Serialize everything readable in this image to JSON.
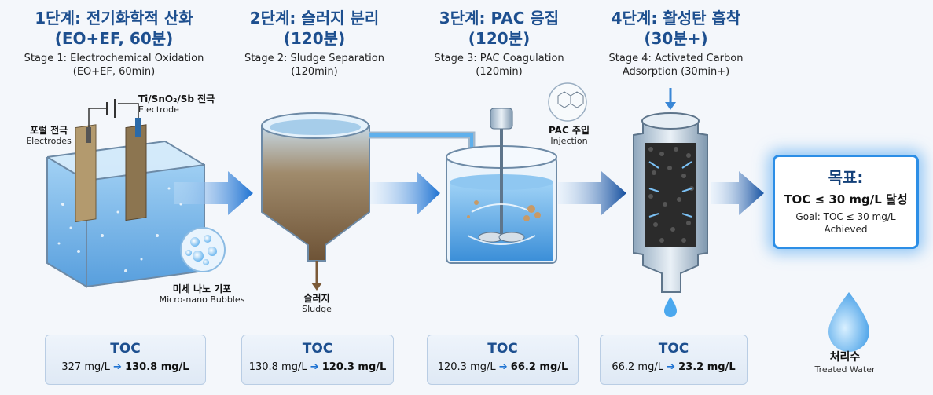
{
  "stages": [
    {
      "title_ko": "1단계: 전기화학적 산화",
      "title_sub": "(EO+EF, 60분)",
      "en_line1": "Stage 1: Electrochemical Oxidation",
      "en_line2": "(EO+EF, 60min)",
      "toc_from": "327 mg/L",
      "toc_to": "130.8 mg/L"
    },
    {
      "title_ko": "2단계: 슬러지 분리",
      "title_sub": "(120분)",
      "en_line1": "Stage 2: Sludge Separation",
      "en_line2": "(120min)",
      "toc_from": "130.8 mg/L",
      "toc_to": "120.3 mg/L"
    },
    {
      "title_ko": "3단계: PAC 응집",
      "title_sub": "(120분)",
      "en_line1": "Stage 3: PAC Coagulation",
      "en_line2": "(120min)",
      "toc_from": "120.3 mg/L",
      "toc_to": "66.2 mg/L"
    },
    {
      "title_ko": "4단계: 활성탄 흡착",
      "title_sub": "(30분+)",
      "en_line1": "Stage 4: Activated Carbon",
      "en_line2": "Adsorption (30min+)",
      "toc_from": "66.2 mg/L",
      "toc_to": "23.2 mg/L"
    }
  ],
  "toc_label": "TOC",
  "arrow_glyph": "➔",
  "labels": {
    "electrode_ko": "Ti/SnO₂/Sb 전극",
    "electrode_en": "Electrode",
    "pyrrole_ko": "포럴 전극",
    "pyrrole_en": "Electrodes",
    "bubbles_ko": "미세 나노 기포",
    "bubbles_en": "Micro-nano Bubbles",
    "sludge_ko": "슬러지",
    "sludge_en": "Sludge",
    "pac_ko": "PAC 주입",
    "pac_en": "Injection"
  },
  "goal": {
    "title": "목표:",
    "main": "TOC ≤ 30 mg/L 달성",
    "en_line1": "Goal: TOC ≤ 30 mg/L",
    "en_line2": "Achieved"
  },
  "treated": {
    "ko": "처리수",
    "en": "Treated Water"
  },
  "colors": {
    "accent": "#1d4f8f",
    "water": "#5fb0ec",
    "arrow": "#1e72d2",
    "sludge": "#8a6a45",
    "carbon": "#2b2b2b",
    "goal_border": "#2c8ee6"
  }
}
